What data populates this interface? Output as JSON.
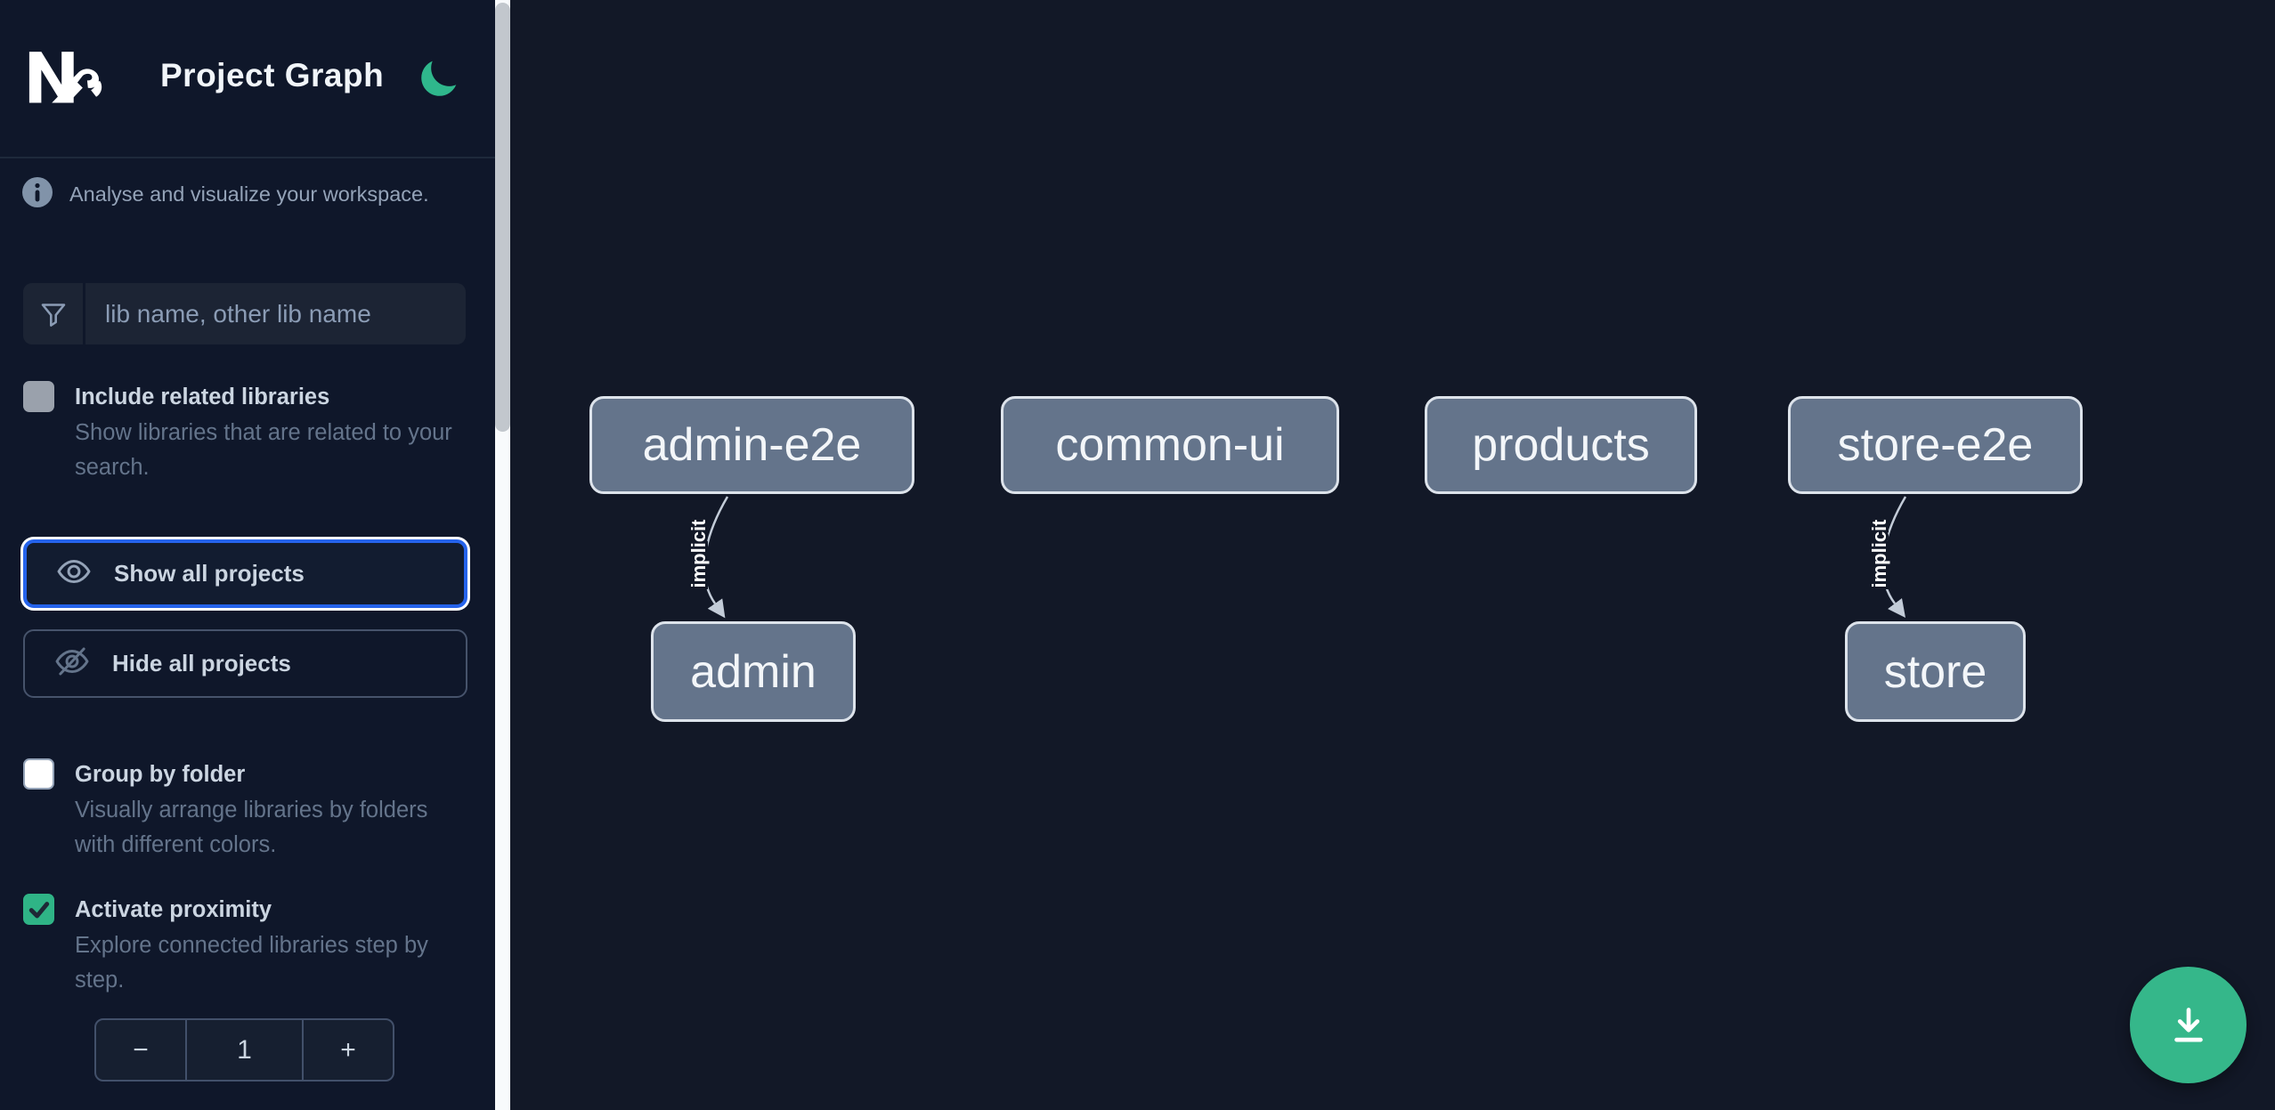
{
  "app": {
    "brand": "Nx",
    "title": "Project Graph"
  },
  "theme": {
    "toggle_icon": "moon-icon",
    "accent_green": "#2fb486",
    "focus_blue": "#2563eb"
  },
  "sidebar": {
    "tagline": "Analyse and visualize your workspace.",
    "search": {
      "icon": "funnel-icon",
      "placeholder": "lib name, other lib name",
      "value": ""
    },
    "options": [
      {
        "label": "Include related libraries",
        "description": "Show libraries that are related to your search.",
        "checked": false
      },
      {
        "label": "Group by folder",
        "description": "Visually arrange libraries by folders with different colors.",
        "checked": false
      },
      {
        "label": "Activate proximity",
        "description": "Explore connected libraries step by step.",
        "checked": true
      }
    ],
    "actions": [
      {
        "label": "Show all projects",
        "icon": "eye-icon",
        "focused": true
      },
      {
        "label": "Hide all projects",
        "icon": "eye-slash-icon",
        "focused": false
      }
    ],
    "proximity_stepper": {
      "decrement_label": "−",
      "value": "1",
      "increment_label": "+"
    }
  },
  "graph": {
    "node_color": "#64748b",
    "nodes": [
      {
        "label": "admin-e2e"
      },
      {
        "label": "common-ui"
      },
      {
        "label": "products"
      },
      {
        "label": "store-e2e"
      },
      {
        "label": "admin"
      },
      {
        "label": "store"
      }
    ],
    "edges": [
      {
        "from": "admin-e2e",
        "to": "admin",
        "label": "implicit"
      },
      {
        "from": "store-e2e",
        "to": "store",
        "label": "implicit"
      }
    ]
  },
  "fab": {
    "icon": "download-icon",
    "color": "#35b78a"
  }
}
